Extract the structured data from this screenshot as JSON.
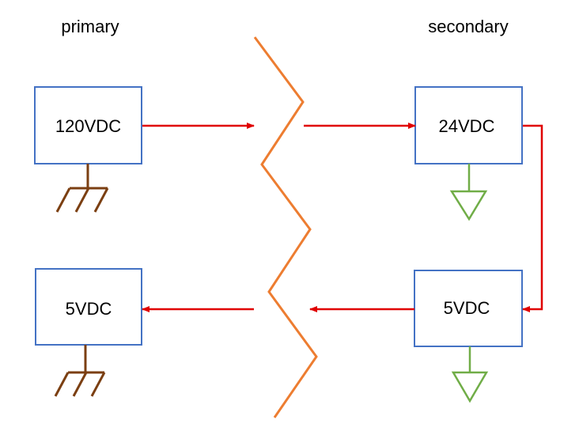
{
  "labels": {
    "primary": "primary",
    "secondary": "secondary"
  },
  "boxes": {
    "primary_top": "120VDC",
    "primary_bottom": "5VDC",
    "secondary_top": "24VDC",
    "secondary_bottom": "5VDC"
  },
  "icons": {
    "primary_grounds": "chassis-ground-icon",
    "secondary_grounds": "signal-ground-icon"
  },
  "colors": {
    "box_border": "#4472C4",
    "arrow": "#E00000",
    "isolation_barrier": "#ED7D31",
    "chassis_ground": "#7B3F12",
    "signal_ground": "#70AD47"
  }
}
